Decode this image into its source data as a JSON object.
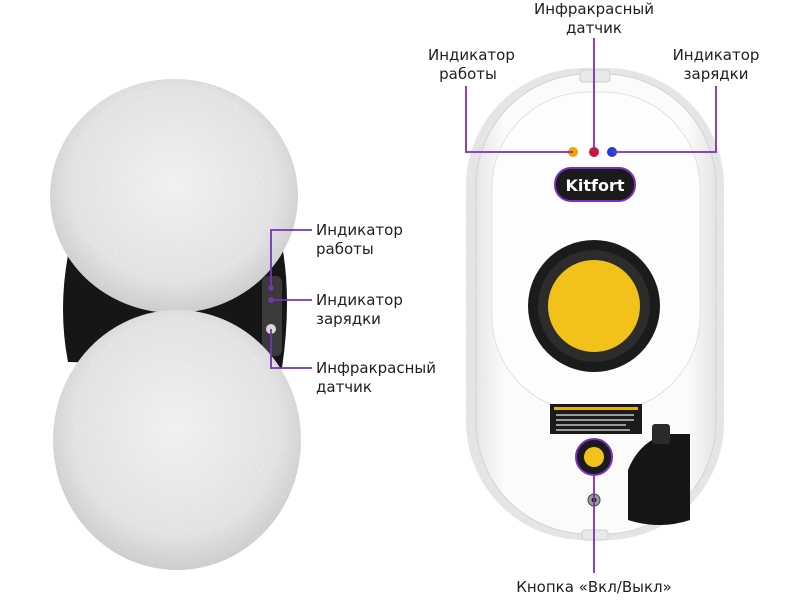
{
  "left_view": {
    "callouts": [
      {
        "line1": "Индикатор",
        "line2": "работы"
      },
      {
        "line1": "Индикатор",
        "line2": "зарядки"
      },
      {
        "line1": "Инфракрасный",
        "line2": "датчик"
      }
    ]
  },
  "right_view": {
    "brand": "Kitfort",
    "callouts_top": [
      {
        "line1": "Индикатор",
        "line2": "работы"
      },
      {
        "line1": "Инфракрасный",
        "line2": "датчик"
      },
      {
        "line1": "Индикатор",
        "line2": "зарядки"
      }
    ],
    "callout_bottom": "Кнопка «Вкл/Выкл»"
  },
  "colors": {
    "accent": "#7b2fbe",
    "indicator_orange": "#f2a300",
    "indicator_red": "#d0142c",
    "indicator_blue": "#1f3fd6",
    "button_yellow": "#f2c21a",
    "body_white": "#fafafa"
  }
}
